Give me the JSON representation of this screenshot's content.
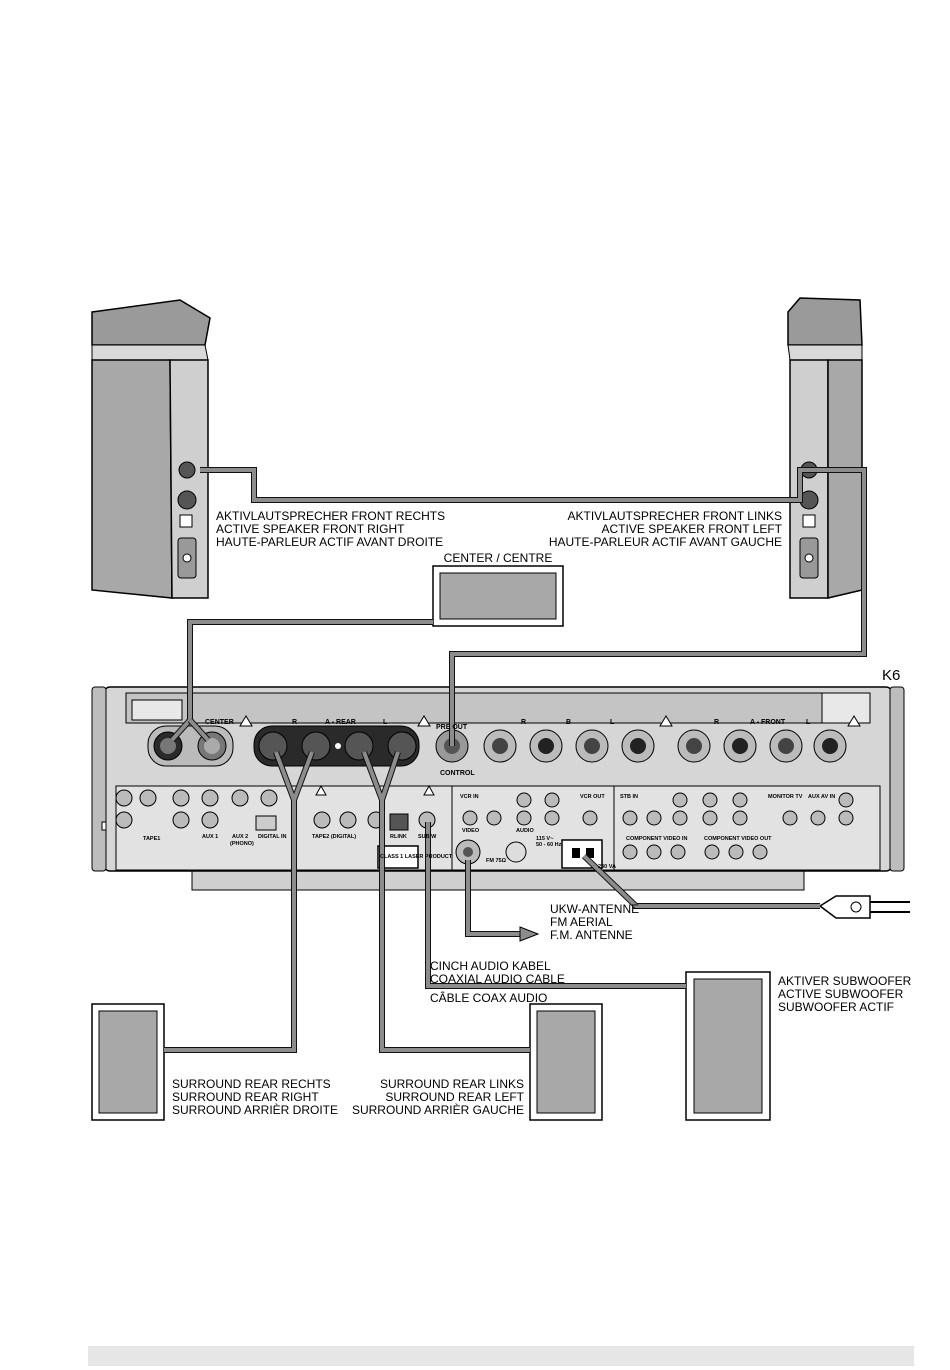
{
  "device": {
    "model": "K6"
  },
  "speakers": {
    "front_right": [
      "AKTIVLAUTSPRECHER FRONT RECHTS",
      "ACTIVE SPEAKER FRONT RIGHT",
      "HAUTE-PARLEUR ACTIF AVANT DROITE"
    ],
    "front_left": [
      "AKTIVLAUTSPRECHER FRONT LINKS",
      "ACTIVE SPEAKER FRONT LEFT",
      "HAUTE-PARLEUR ACTIF AVANT GAUCHE"
    ],
    "center": "CENTER / CENTRE",
    "rear_right": [
      "SURROUND REAR RECHTS",
      "SURROUND REAR RIGHT",
      "SURROUND ARRIÈR DROITE"
    ],
    "rear_left": [
      "SURROUND REAR  LINKS",
      "SURROUND REAR LEFT",
      "SURROUND ARRIÈR GAUCHE"
    ],
    "subwoofer": [
      "AKTIVER SUBWOOFER",
      "ACTIVE SUBWOOFER",
      "SUBWOOFER ACTIF"
    ]
  },
  "cables": {
    "antenna": [
      "UKW-ANTENNE",
      "FM AERIAL",
      "F.M. ANTENNE"
    ],
    "coax": [
      "CINCH AUDIO KABEL",
      "COAXIAL AUDIO CABLE",
      "CÂBLE COAX AUDIO"
    ]
  },
  "panel": {
    "center": "CENTER",
    "rear": "A - REAR",
    "b": "B",
    "front": "A - FRONT",
    "pre_out": "PRE OUT",
    "control": "CONTROL",
    "r": "R",
    "l": "L",
    "tape1": "TAPE1",
    "aux1": "AUX 1",
    "aux2": "AUX 2",
    "phono": "(PHONO)",
    "digital_in": "DIGITAL IN",
    "tape2": "TAPE2 (DIGITAL)",
    "rlink": "RLINK",
    "sub": "SUB W",
    "vcr_in": "VCR IN",
    "vcr_out": "VCR OUT",
    "stb_in": "STB IN",
    "monitor_tv": "MONITOR TV",
    "aux_av_in": "AUX AV IN",
    "fm": "FM 75Ω",
    "component_in": "COMPONENT VIDEO IN",
    "component_out": "COMPONENT VIDEO OUT",
    "video": "VIDEO",
    "audio": "AUDIO",
    "voltage": "115 V~",
    "freq": "50 - 60 Hz",
    "power": "230 VA",
    "class1": "CLASS 1 LASER PRODUCT"
  }
}
